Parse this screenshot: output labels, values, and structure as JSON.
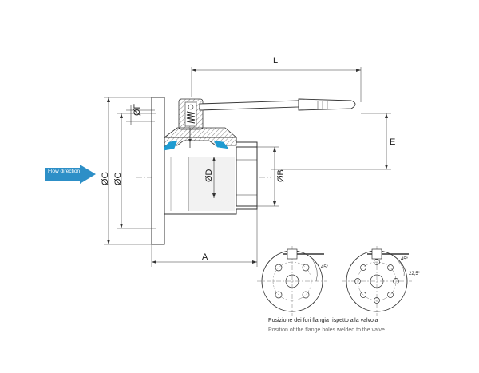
{
  "flow": {
    "label": "Flow direction",
    "arrow_color": "#2d8fc7"
  },
  "dimensions": {
    "L": "L",
    "E": "E",
    "A": "A",
    "F": "ØF",
    "G": "ØG",
    "C": "ØC",
    "D": "ØD",
    "B": "ØB"
  },
  "details": {
    "angle_45_a": "45°",
    "angle_45_b": "45°",
    "angle_22_5": "22,5°"
  },
  "caption": {
    "italian": "Posizione dei fori flangia rispetto alla valvola",
    "english": "Position of the flange holes welded to the valve"
  },
  "seal_color": "#1f9bd1"
}
